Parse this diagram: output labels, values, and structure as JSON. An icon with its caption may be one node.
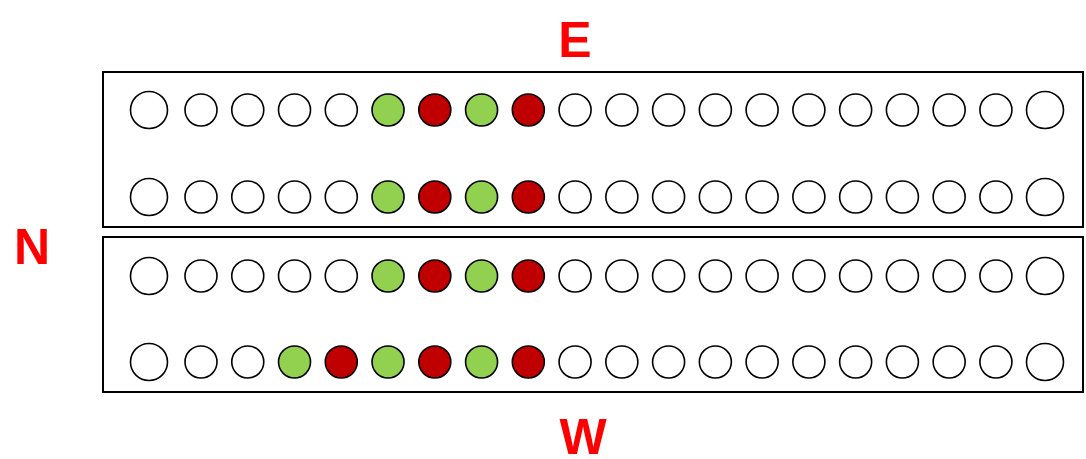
{
  "diagram": {
    "nodes": [
      {
        "text": [],
        "shape": "box"
      },
      {
        "text": [],
        "shape": "box"
      }
    ],
    "labels": [
      "E",
      "N",
      "W"
    ]
  }
}
